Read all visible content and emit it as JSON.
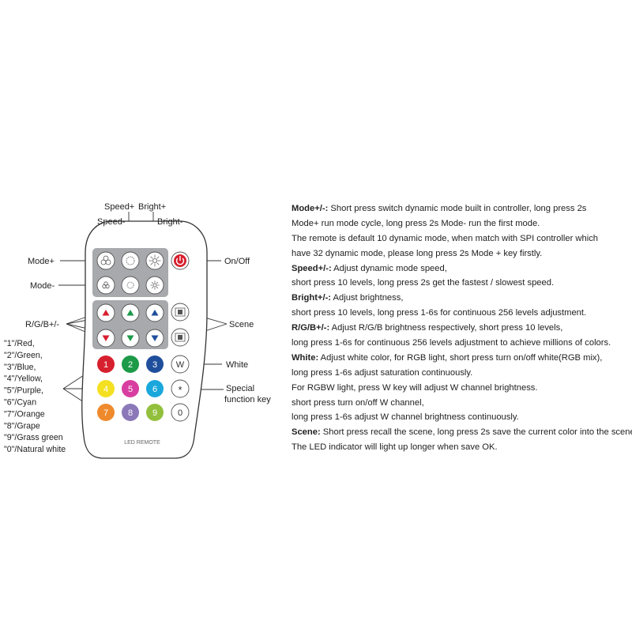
{
  "remote": {
    "brand_label": "LED REMOTE",
    "top_labels": {
      "speed_plus": "Speed+",
      "speed_minus": "Speed-",
      "bright_plus": "Bright+",
      "bright_minus": "Bright-"
    },
    "left_labels": {
      "mode_plus": "Mode+",
      "mode_minus": "Mode-",
      "rgb": "R/G/B+/-"
    },
    "right_labels": {
      "on_off": "On/Off",
      "scene": "Scene",
      "white": "White",
      "special": [
        "Special",
        "function key"
      ]
    },
    "color_legend": [
      "\"1\"/Red,",
      "\"2\"/Green,",
      "\"3\"/Blue,",
      "\"4\"/Yellow,",
      "\"5\"/Purple,",
      "\"6\"/Cyan",
      "\"7\"/Orange",
      "\"8\"/Grape",
      "\"9\"/Grass green",
      "\"0\"/Natural white"
    ],
    "number_keys": [
      {
        "label": "1",
        "color": "#d7202e",
        "text_color": "#ffffff",
        "name": "key-1-red"
      },
      {
        "label": "2",
        "color": "#1c9a48",
        "text_color": "#ffffff",
        "name": "key-2-green"
      },
      {
        "label": "3",
        "color": "#1f4f9c",
        "text_color": "#ffffff",
        "name": "key-3-blue"
      },
      {
        "label": "W",
        "color": "#ffffff",
        "text_color": "#333333",
        "name": "key-w-white"
      },
      {
        "label": "4",
        "color": "#f4e021",
        "text_color": "#ffffff",
        "name": "key-4-yellow"
      },
      {
        "label": "5",
        "color": "#d83ea0",
        "text_color": "#ffffff",
        "name": "key-5-purple"
      },
      {
        "label": "6",
        "color": "#1aa7dc",
        "text_color": "#ffffff",
        "name": "key-6-cyan"
      },
      {
        "label": "*",
        "color": "#ffffff",
        "text_color": "#333333",
        "name": "key-special"
      },
      {
        "label": "7",
        "color": "#ef8a2c",
        "text_color": "#ffffff",
        "name": "key-7-orange"
      },
      {
        "label": "8",
        "color": "#8b78b8",
        "text_color": "#ffffff",
        "name": "key-8-grape"
      },
      {
        "label": "9",
        "color": "#93c03c",
        "text_color": "#ffffff",
        "name": "key-9-grass-green"
      },
      {
        "label": "0",
        "color": "#ffffff",
        "text_color": "#333333",
        "name": "key-0-natural-white"
      }
    ],
    "colors": {
      "panel_gray": "#a7a9ac",
      "red_arrow": "#d7202e",
      "green_arrow": "#1c9a48",
      "blue_arrow": "#1f4f9c",
      "power_red": "#d7202e"
    }
  },
  "description": [
    {
      "term": "Mode+/-:",
      "text": " Short press switch dynamic mode built in controller, long press 2s"
    },
    {
      "term": "",
      "text": "Mode+ run mode cycle, long press 2s Mode- run the first mode."
    },
    {
      "term": "",
      "text": "The remote is default 10 dynamic mode, when match with SPI controller which"
    },
    {
      "term": "",
      "text": "have 32 dynamic mode, please long press 2s Mode + key firstly."
    },
    {
      "term": "Speed+/-:",
      "text": " Adjust dynamic mode speed,"
    },
    {
      "term": "",
      "text": "short press 10 levels, long press 2s get the fastest / slowest speed."
    },
    {
      "term": "Bright+/-:",
      "text": " Adjust brightness,"
    },
    {
      "term": "",
      "text": "short press 10 levels, long press 1-6s for continuous 256 levels adjustment."
    },
    {
      "term": "R/G/B+/-:",
      "text": " Adjust R/G/B brightness respectively, short press 10 levels,"
    },
    {
      "term": "",
      "text": "long press 1-6s for continuous 256 levels adjustment to achieve millions of colors."
    },
    {
      "term": "White:",
      "text": " Adjust white color, for RGB light, short press turn on/off white(RGB mix),"
    },
    {
      "term": "",
      "text": "long press 1-6s adjust saturation continuously."
    },
    {
      "term": "",
      "text": "For RGBW light, press W key will adjust W channel brightness."
    },
    {
      "term": "",
      "text": "short press turn on/off W channel,"
    },
    {
      "term": "",
      "text": "long press 1-6s adjust W channel brightness continuously."
    },
    {
      "term": "Scene:",
      "text": " Short press recall the scene, long press 2s save the current color into the scene."
    },
    {
      "term": "",
      "text": "The LED indicator will light up longer when save OK."
    }
  ]
}
